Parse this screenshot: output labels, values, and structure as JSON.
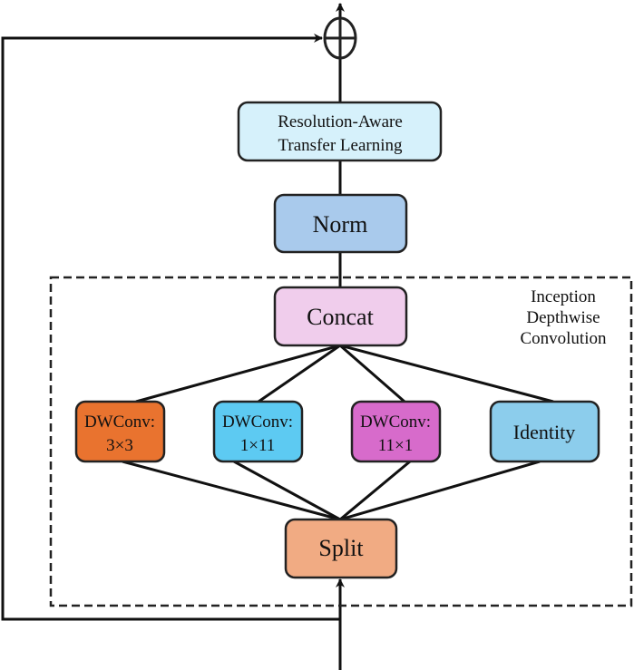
{
  "blocks": {
    "ratl": {
      "line1": "Resolution-Aware",
      "line2": "Transfer Learning",
      "color": "#d6f1fb"
    },
    "norm": {
      "label": "Norm",
      "color": "#a9caec"
    },
    "concat": {
      "label": "Concat",
      "color": "#f0cdec"
    },
    "dw3": {
      "line1": "DWConv:",
      "line2": "3×3",
      "color": "#e9732f"
    },
    "dw1x11": {
      "line1": "DWConv:",
      "line2": "1×11",
      "color": "#5dcaf2"
    },
    "dw11x1": {
      "line1": "DWConv:",
      "line2": "11×1",
      "color": "#d76bcb"
    },
    "identity": {
      "label": "Identity",
      "color": "#8ccdec"
    },
    "split": {
      "label": "Split",
      "color": "#f1ab83"
    }
  },
  "group": {
    "line1": "Inception",
    "line2": "Depthwise",
    "line3": "Convolution"
  }
}
